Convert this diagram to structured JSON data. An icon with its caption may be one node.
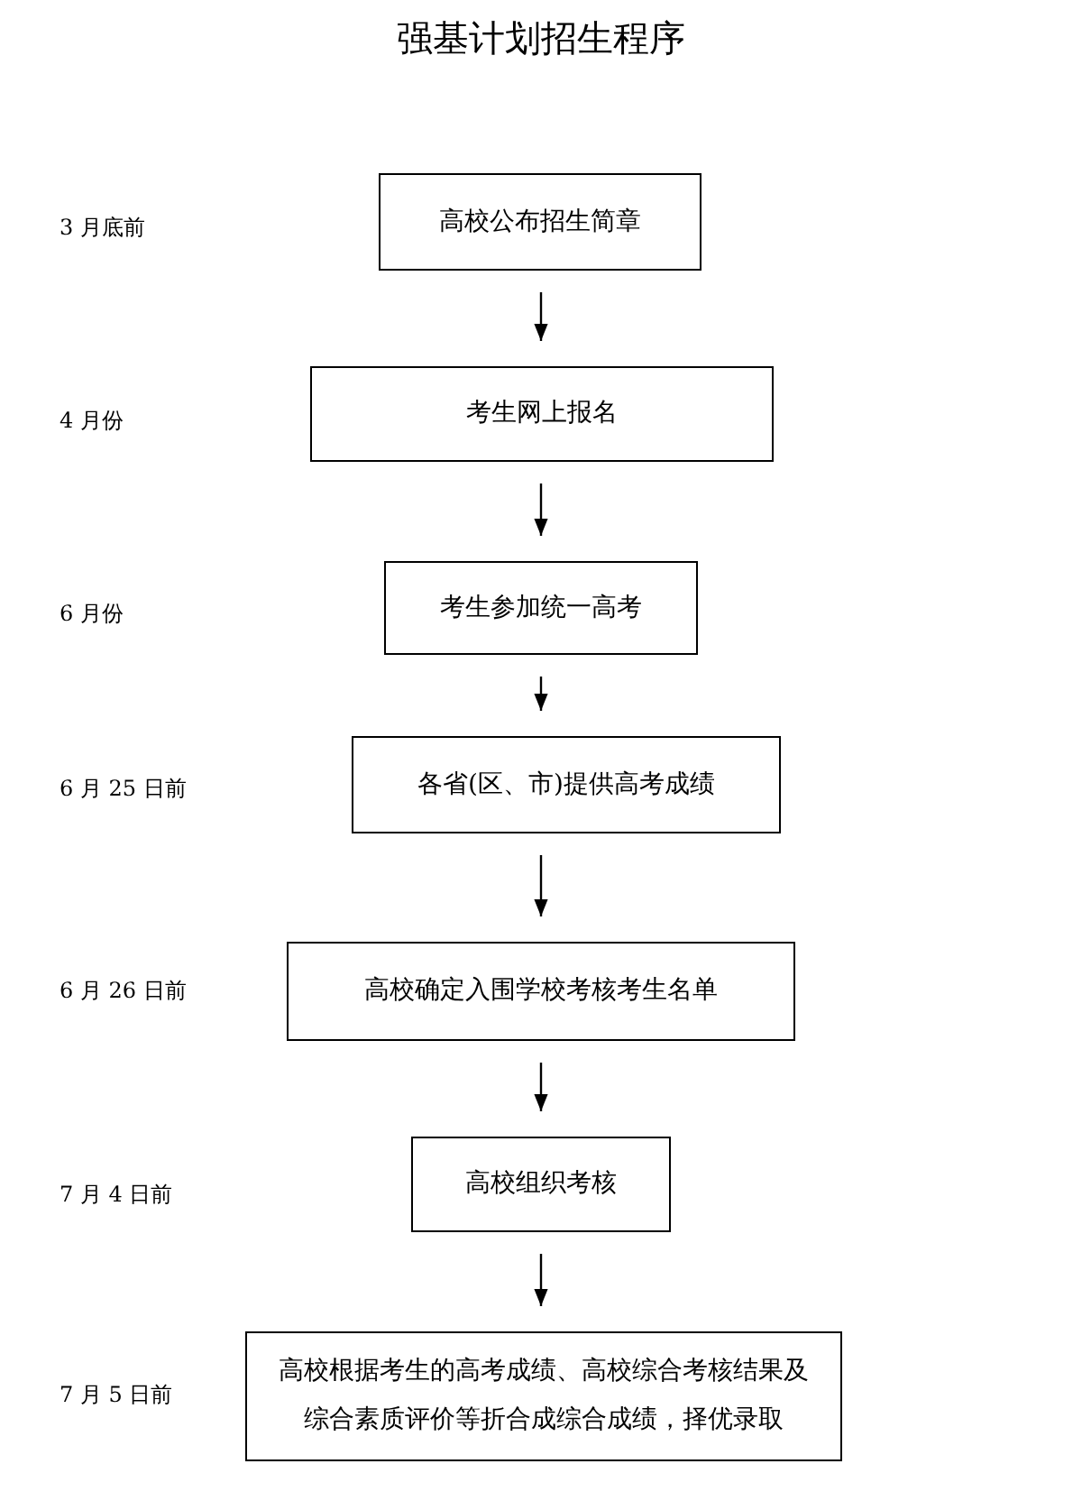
{
  "diagram": {
    "title": "强基计划招生程序",
    "nodes": [
      {
        "text": [
          "高校公布招生简章"
        ]
      },
      {
        "text": [
          "考生网上报名"
        ]
      },
      {
        "text": [
          "考生参加统一高考"
        ]
      },
      {
        "text": [
          "各省(区、市)提供高考成绩"
        ]
      },
      {
        "text": [
          "高校确定入围学校考核考生名单"
        ]
      },
      {
        "text": [
          "高校组织考核"
        ]
      },
      {
        "text": [
          "高校根据考生的高考成绩、高校综合考核结果及综合素质评价等折合成综合成绩，择优录取"
        ]
      }
    ],
    "edges": [
      {
        "from": 0,
        "to": 1,
        "arrow": "to"
      },
      {
        "from": 1,
        "to": 2,
        "arrow": "to"
      },
      {
        "from": 2,
        "to": 3,
        "arrow": "to"
      },
      {
        "from": 3,
        "to": 4,
        "arrow": "to"
      },
      {
        "from": 4,
        "to": 5,
        "arrow": "to"
      },
      {
        "from": 5,
        "to": 6,
        "arrow": "to"
      }
    ],
    "labels": [
      "3 月底前",
      "4 月份",
      "6 月份",
      "6 月 25 日前",
      "6 月 26 日前",
      "7 月 4 日前",
      "7 月 5 日前"
    ]
  }
}
